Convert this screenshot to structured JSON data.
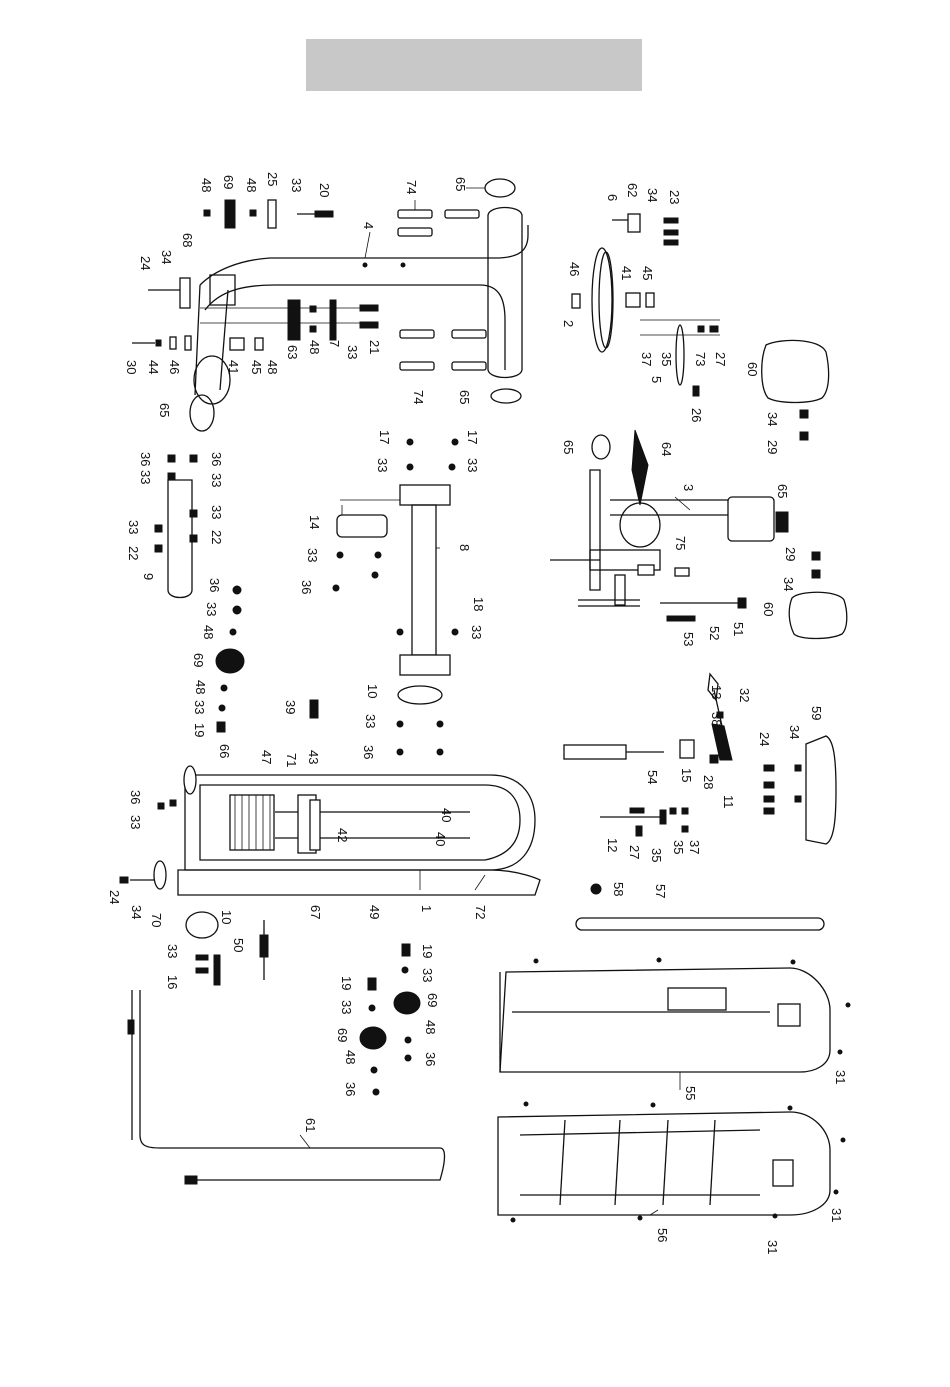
{
  "header_banner_color": "#c8c8c8",
  "labels": {
    "L1": "1",
    "L2": "2",
    "L3": "3",
    "L4": "4",
    "L5": "5",
    "L6": "6",
    "L7": "7",
    "L8": "8",
    "L9": "9",
    "L10": "10",
    "L11": "11",
    "L12": "12",
    "L13": "13",
    "L14": "14",
    "L15": "15",
    "L16": "16",
    "L17": "17",
    "L18": "18",
    "L19": "19",
    "L20": "20",
    "L21": "21",
    "L22": "22",
    "L23": "23",
    "L24": "24",
    "L25": "25",
    "L26": "26",
    "L27": "27",
    "L28": "28",
    "L29": "29",
    "L30": "30",
    "L31": "31",
    "L32": "32",
    "L33": "33",
    "L34": "34",
    "L35": "35",
    "L36": "36",
    "L37": "37",
    "L38": "38",
    "L39": "39",
    "L40": "40",
    "L41": "41",
    "L42": "42",
    "L43": "43",
    "L44": "44",
    "L45": "45",
    "L46": "46",
    "L47": "47",
    "L48": "48",
    "L49": "49",
    "L50": "50",
    "L51": "51",
    "L52": "52",
    "L53": "53",
    "L54": "54",
    "L55": "55",
    "L56": "56",
    "L57": "57",
    "L58": "58",
    "L59": "59",
    "L60": "60",
    "L61": "61",
    "L62": "62",
    "L63": "63",
    "L64": "64",
    "L65": "65",
    "L66": "66",
    "L67": "67",
    "L68": "68",
    "L69": "69",
    "L70": "70",
    "L71": "71",
    "L72": "72",
    "L73": "73",
    "L74": "74",
    "L75": "75"
  }
}
